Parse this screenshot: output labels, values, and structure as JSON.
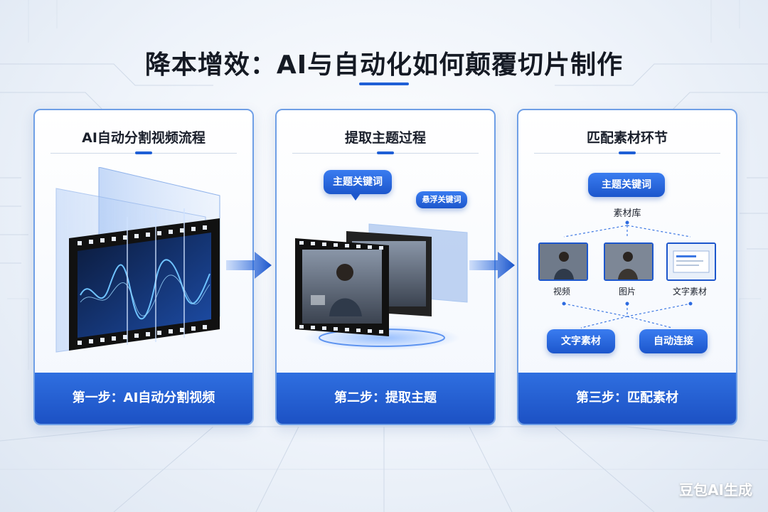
{
  "title": "降本增效：AI与自动化如何颠覆切片制作",
  "cards": [
    {
      "title": "AI自动分割视频流程",
      "footer": "第一步：AI自动分割视频"
    },
    {
      "title": "提取主题过程",
      "footer": "第二步：提取主题",
      "bubble_main": "主题关键词",
      "bubble_small": "悬浮关键词"
    },
    {
      "title": "匹配素材环节",
      "footer": "第三步：匹配素材",
      "keyword_pill": "主题关键词",
      "library_label": "素材库",
      "thumb_labels": [
        "视频",
        "图片",
        "文字素材"
      ],
      "bottom_pills": [
        "文字素材",
        "自动连接"
      ]
    }
  ],
  "watermark": "豆包AI生成",
  "colors": {
    "accent": "#1f5fd6",
    "footer": "#1c51c4",
    "border": "#6f9fe6"
  }
}
